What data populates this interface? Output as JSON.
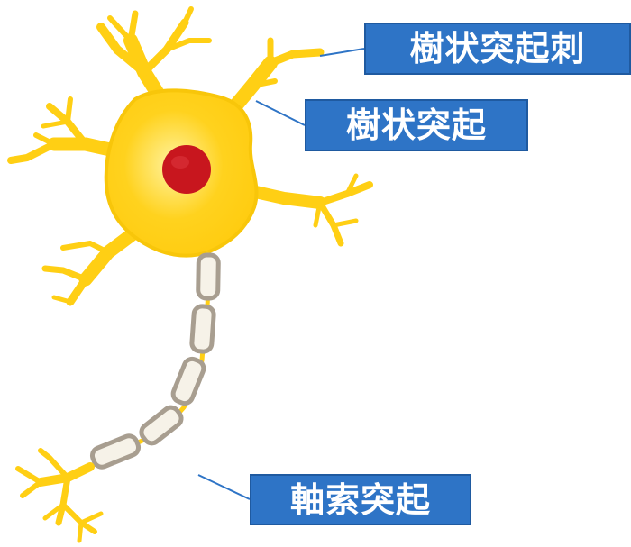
{
  "labels": {
    "dendritic_spine": "樹状突起刺",
    "dendrite": "樹状突起",
    "axon": "軸索突起"
  },
  "colors": {
    "soma": "#ffd21e",
    "soma_outline": "#f6c400",
    "nucleus": "#c8161e",
    "myelin_fill": "#f6f2e8",
    "myelin_stroke": "#a89e90",
    "label_bg": "#2e74c6",
    "label_text": "#ffffff",
    "leader_line": "#2e74c6"
  }
}
